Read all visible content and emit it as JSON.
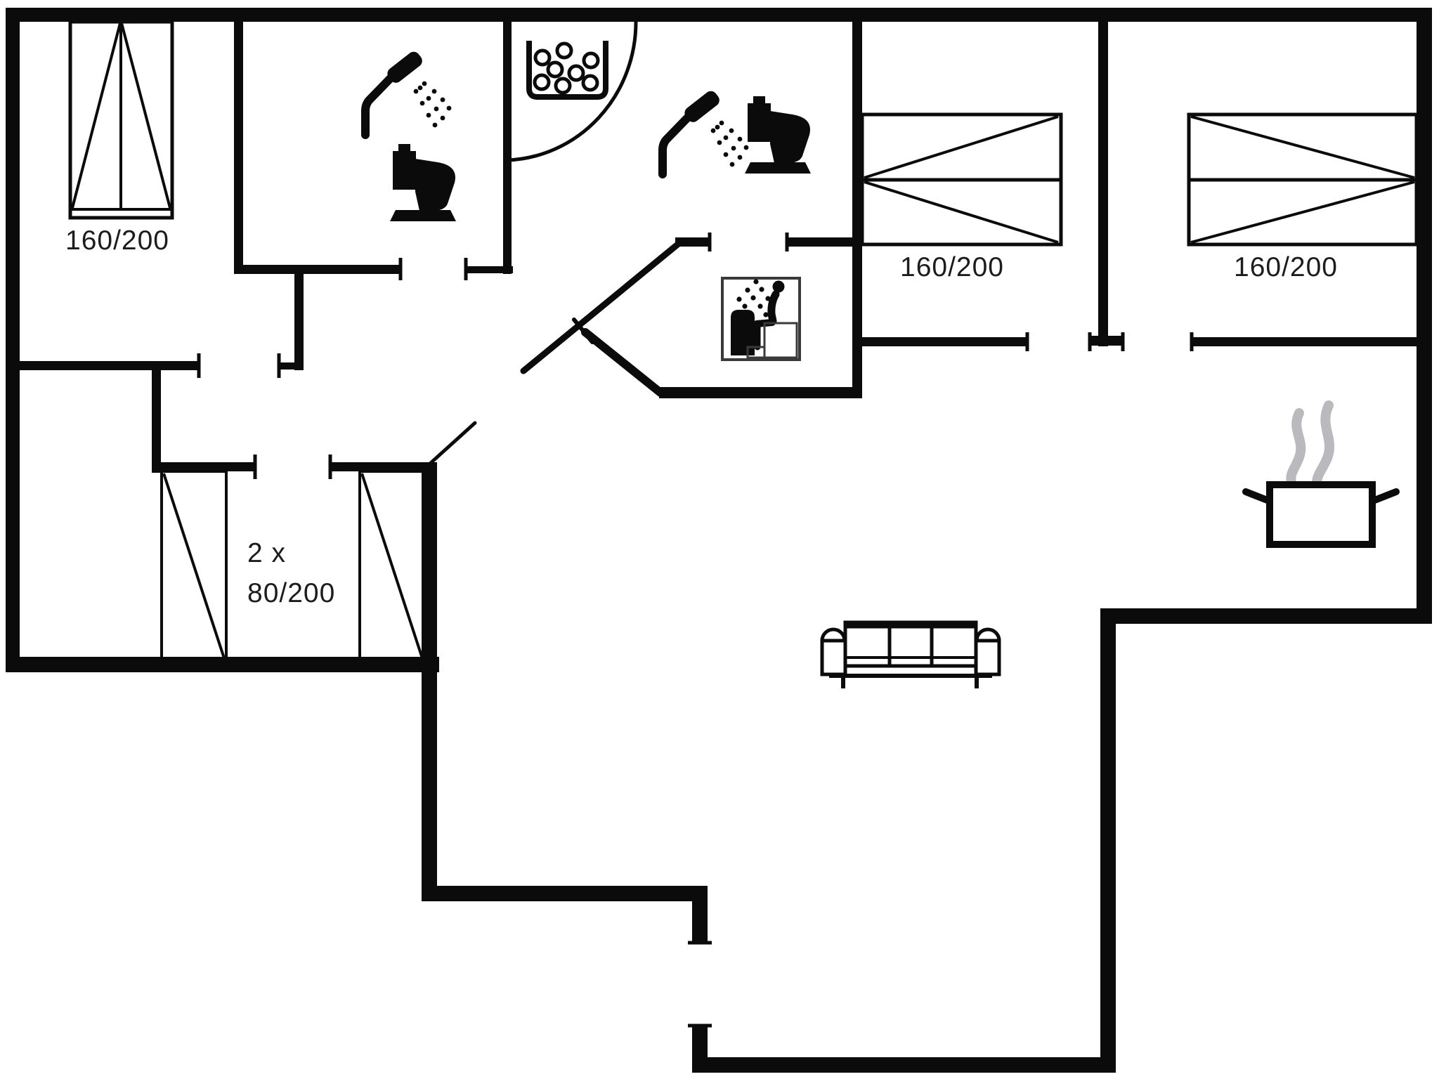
{
  "floor_plan": {
    "type": "vacation-house-floor-plan",
    "background_color": "#ffffff",
    "wall_color": "#0b0b0b",
    "steam_color": "#b9b9be",
    "labels": {
      "bed_top_left": "160/200",
      "bed_right_room_1": "160/200",
      "bed_right_room_2": "160/200",
      "bunk_count": "2 x",
      "bunk_size": "80/200"
    },
    "icons": [
      "washing-machine-icon",
      "shower-icon",
      "toilet-icon",
      "sauna-icon",
      "cooking-pot-icon",
      "steam-icon",
      "sofa",
      "double-bed",
      "bunk-bed",
      "door-arc"
    ]
  }
}
